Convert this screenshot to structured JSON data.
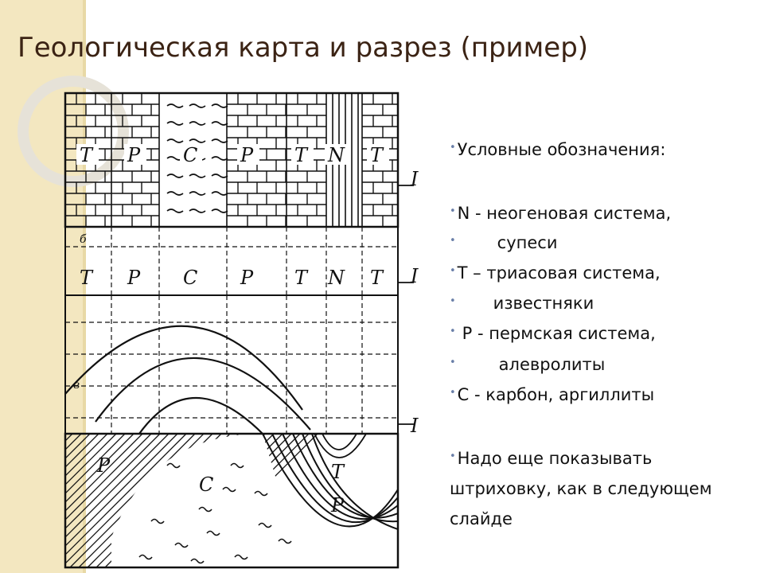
{
  "slide": {
    "title": "Геологическая карта и разрез (пример)"
  },
  "figure": {
    "panel_a": {
      "units": [
        "T",
        "P",
        "C",
        "P",
        "T",
        "N",
        "T"
      ],
      "line_label": "I"
    },
    "panel_b": {
      "letter": "б",
      "units": [
        "T",
        "P",
        "C",
        "P",
        "T",
        "N",
        "T"
      ],
      "line_label": "I"
    },
    "panel_c": {
      "letter": "в",
      "line_label": "I"
    },
    "section": {
      "labels": [
        "P",
        "C",
        "T",
        "P"
      ]
    }
  },
  "legend": {
    "items": [
      "Условные обозначения:",
      "N - неогеновая система,",
      "супеси",
      "T – триасовая система,",
      "известняки",
      "P - пермская система,",
      "алевролиты",
      "C  - карбон, аргиллиты"
    ],
    "note": "Надо еще показывать штриховку, как в следующем слайде"
  },
  "colors": {
    "title": "#3b2314",
    "accent_strip": "#f3e7c0",
    "bullet": "#6a7fa8"
  }
}
